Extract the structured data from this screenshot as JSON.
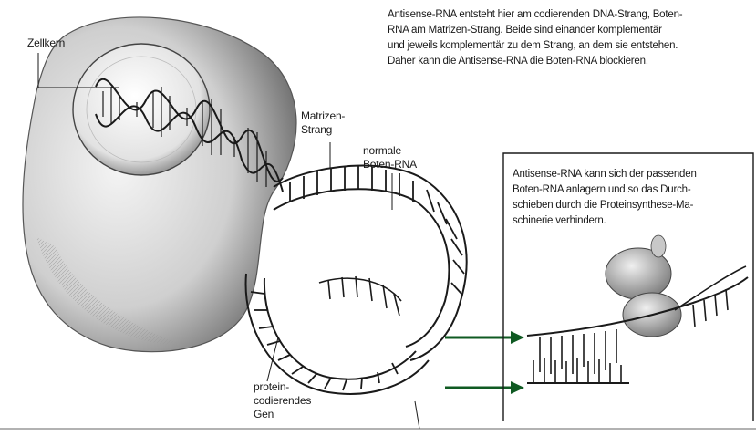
{
  "labels": {
    "zellkern": "Zellkern",
    "matrizen_strang_1": "Matrizen-",
    "matrizen_strang_2": "Strang",
    "normale_boten_1": "normale",
    "normale_boten_2": "Boten-RNA",
    "gen_1": "protein-",
    "gen_2": "codierendes",
    "gen_3": "Gen"
  },
  "caption_top": {
    "line1": "Antisense-RNA entsteht hier am codierenden DNA-Strang, Boten-",
    "line2": "RNA am Matrizen-Strang. Beide sind einander komplementär",
    "line3": "und jeweils komplementär zu dem Strang, an dem sie entstehen.",
    "line4": "Daher kann die Antisense-RNA die Boten-RNA blockieren."
  },
  "caption_box": {
    "line1": "Antisense-RNA kann sich der passenden",
    "line2": "Boten-RNA anlagern und so das Durch-",
    "line3": "schieben durch die Proteinsynthese-Ma-",
    "line4": "schinerie verhindern."
  },
  "colors": {
    "ink": "#1a1a1a",
    "arrow": "#0f5a22",
    "cell_shade": "#8a8a8a"
  }
}
